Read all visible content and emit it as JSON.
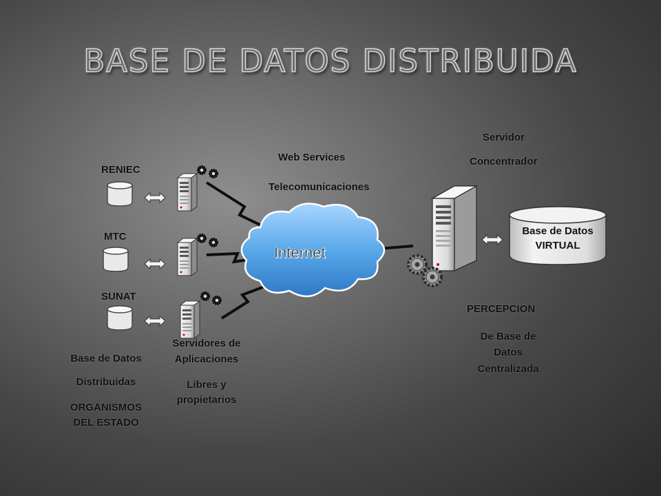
{
  "title": "BASE DE DATOS DISTRIBUIDA",
  "organizations": [
    {
      "name": "RENIEC"
    },
    {
      "name": "MTC"
    },
    {
      "name": "SUNAT"
    }
  ],
  "center": {
    "web_services": "Web Services",
    "telecom": "Telecomunicaciones",
    "internet": "Internet"
  },
  "concentrator": {
    "line1": "Servidor",
    "line2": "Concentrador"
  },
  "virtual_db": {
    "line1": "Base de Datos",
    "line2": "VIRTUAL"
  },
  "perception": {
    "line1": "PERCEPCION",
    "line2": "De Base de",
    "line3": "Datos",
    "line4": "Centralizada"
  },
  "app_servers": {
    "line1": "Servidores de",
    "line2": "Aplicaciones",
    "line3": "Libres y",
    "line4": "propietarios"
  },
  "distributed": {
    "line1": "Base de Datos",
    "line2": "Distribuidas",
    "line3": "ORGANISMOS",
    "line4": "DEL ESTADO"
  },
  "colors": {
    "cloud": "#5aa9ea",
    "server": "#e6e6e6",
    "text": "#111111"
  }
}
